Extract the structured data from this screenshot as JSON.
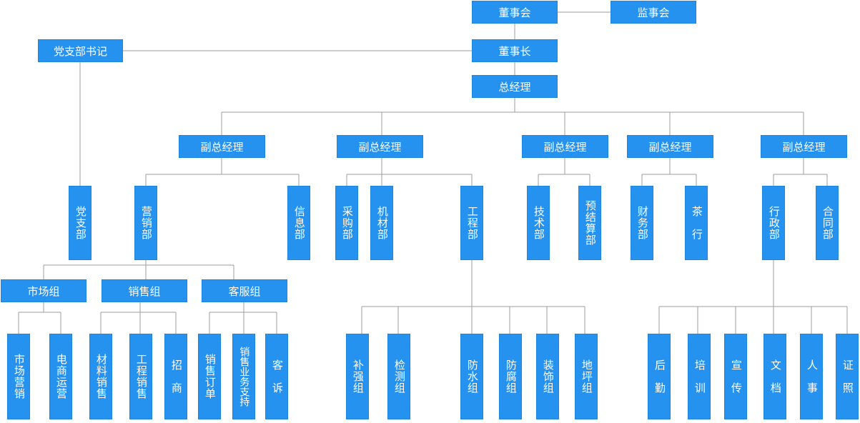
{
  "colors": {
    "box_fill": "#2692f0",
    "box_text": "#ffffff",
    "connector": "#9e9e9e",
    "background": "#ffffff"
  },
  "nodes": {
    "board": "董事会",
    "supervisors": "监事会",
    "party_secretary": "党支部书记",
    "chairman": "董事长",
    "general_manager": "总经理",
    "vgm1": "副总经理",
    "vgm2": "副总经理",
    "vgm3": "副总经理",
    "vgm4": "副总经理",
    "vgm5": "副总经理",
    "party_branch": "党支部",
    "marketing_dept": "营销部",
    "info_dept": "信息部",
    "procurement_dept": "采购部",
    "equipment_dept": "机材部",
    "engineering_dept": "工程部",
    "tech_dept": "技术部",
    "budget_dept": "预结算部",
    "finance_dept": "财务部",
    "tea_shop": "茶　行",
    "admin_dept": "行政部",
    "contract_dept": "合同部",
    "market_group": "市场组",
    "sales_group": "销售组",
    "service_group": "客服组",
    "market_marketing": "市场营销",
    "ecommerce_ops": "电商运营",
    "material_sales": "材料销售",
    "engineering_sales": "工程销售",
    "investment": "招　商",
    "sales_orders": "销售订单",
    "sales_support": "销售业务支持",
    "complaints": "客　诉",
    "reinforcement_group": "补强组",
    "testing_group": "检测组",
    "waterproof_group": "防水组",
    "anticorrosion_group": "防腐组",
    "decoration_group": "装饰组",
    "flooring_group": "地坪组",
    "logistics": "后　勤",
    "training": "培　训",
    "publicity": "宣　传",
    "archives": "文　档",
    "personnel": "人　事",
    "certificates": "证　照"
  }
}
